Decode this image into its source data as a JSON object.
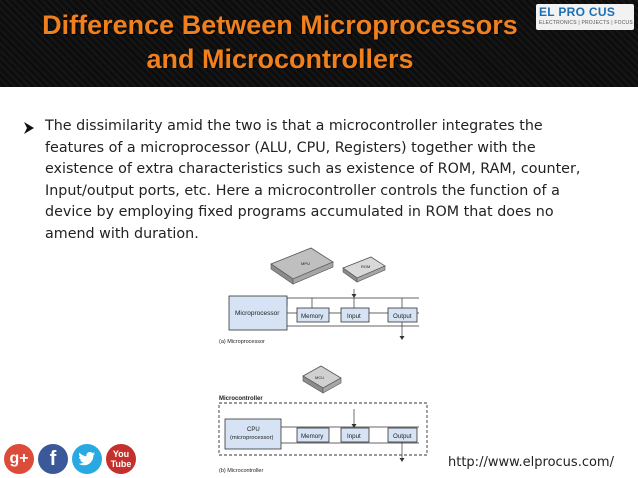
{
  "header": {
    "title_line1": "Difference Between Microprocessors",
    "title_line2": "and Microcontrollers",
    "logo_main": "EL PRO CUS",
    "logo_sub": "ELECTRONICS | PROJECTS | FOCUS"
  },
  "body": {
    "lines": [
      "The dissimilarity amid the two is that a microcontroller integrates the",
      "features of a microprocessor (ALU, CPU, Registers) together with the",
      "existence of extra characteristics such as existence of ROM, RAM, counter,",
      "Input/output ports, etc. Here a microcontroller controls the function of a",
      "device by employing fixed programs accumulated in ROM that does no",
      "amend with duration."
    ]
  },
  "diagram": {
    "chip1_label": "MPU",
    "chip2_label": "ROM",
    "chip3_label": "MCU",
    "microprocessor_box": "Microprocessor",
    "memory": "Memory",
    "input": "Input",
    "output": "Output",
    "caption_a": "(a)  Microprocessor",
    "microcontroller_title": "Microcontroller",
    "cpu_line1": "CPU",
    "cpu_line2": "(microprocessor)",
    "caption_b": "(b)  Microcontroller"
  },
  "social": {
    "gplus": "g+",
    "facebook": "f",
    "youtube_line1": "You",
    "youtube_line2": "Tube"
  },
  "footer": {
    "url": "http://www.elprocus.com/"
  },
  "colors": {
    "title": "#f0801e",
    "banner": "#0d0d0d",
    "box_fill": "#d6e3f4",
    "gplus": "#dd4b39",
    "facebook": "#3b5998",
    "twitter": "#29a9e1",
    "youtube": "#c4302b"
  }
}
